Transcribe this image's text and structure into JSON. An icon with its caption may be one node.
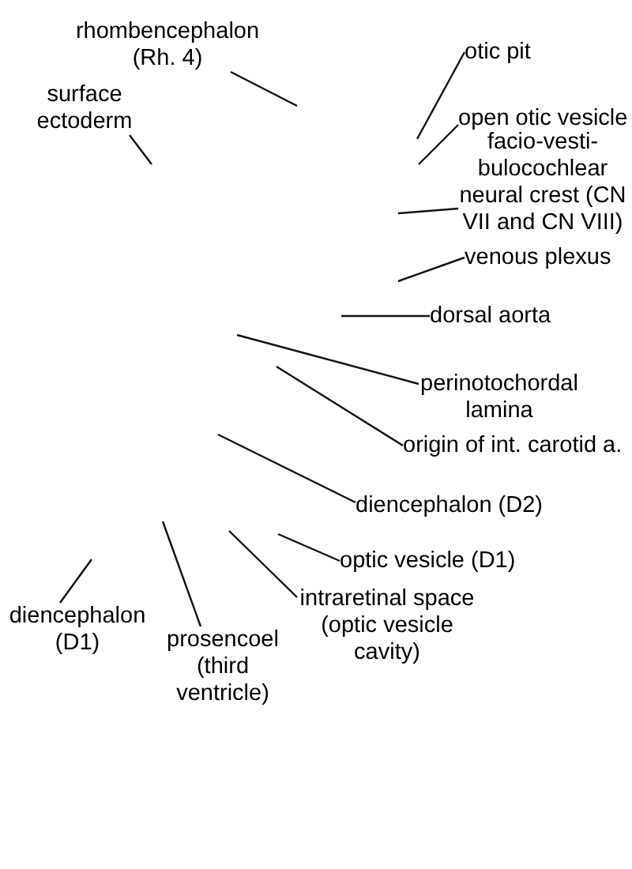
{
  "diagram": {
    "nodes": [
      {
        "text": [
          "rhombencephalon (Rh. 4)"
        ]
      },
      {
        "text": [
          "otic pit"
        ]
      },
      {
        "text": [
          "surface ectoderm"
        ]
      },
      {
        "text": [
          "open otic vesicle"
        ]
      },
      {
        "text": [
          "facio-vesti- bulocochlear neural crest (CN VII and CN VIII)"
        ]
      },
      {
        "text": [
          "venous plexus"
        ]
      },
      {
        "text": [
          "dorsal aorta"
        ]
      },
      {
        "text": [
          "perinotochordal lamina"
        ]
      },
      {
        "text": [
          "origin of int. carotid a."
        ]
      },
      {
        "text": [
          "diencephalon (D2)"
        ]
      },
      {
        "text": [
          "optic vesicle (D1)"
        ]
      },
      {
        "text": [
          "intraretinal space (optic vesicle cavity)"
        ]
      },
      {
        "text": [
          "diencephalon (D1)"
        ]
      },
      {
        "text": [
          "prosencoel (third ventricle)"
        ]
      }
    ],
    "edges": [
      {
        "from": 0,
        "to": null,
        "arrow": "none"
      },
      {
        "from": 1,
        "to": null,
        "arrow": "none"
      },
      {
        "from": 2,
        "to": null,
        "arrow": "none"
      },
      {
        "from": 3,
        "to": null,
        "arrow": "none"
      },
      {
        "from": 4,
        "to": null,
        "arrow": "none"
      },
      {
        "from": 5,
        "to": null,
        "arrow": "none"
      },
      {
        "from": 6,
        "to": null,
        "arrow": "none"
      },
      {
        "from": 7,
        "to": null,
        "arrow": "none"
      },
      {
        "from": 8,
        "to": null,
        "arrow": "none"
      },
      {
        "from": 9,
        "to": null,
        "arrow": "none"
      },
      {
        "from": 10,
        "to": null,
        "arrow": "none"
      },
      {
        "from": 11,
        "to": null,
        "arrow": "none"
      },
      {
        "from": 12,
        "to": null,
        "arrow": "none"
      },
      {
        "from": 13,
        "to": null,
        "arrow": "none"
      }
    ]
  }
}
